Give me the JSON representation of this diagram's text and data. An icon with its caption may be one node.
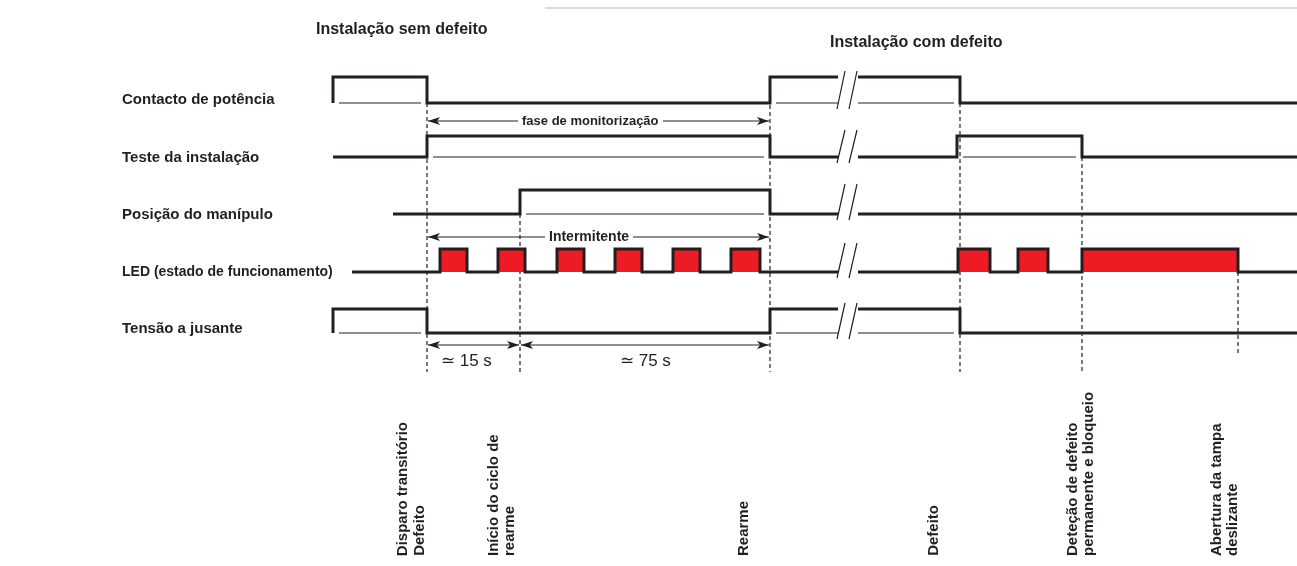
{
  "diagram": {
    "labels": [
      "Instalação sem defeito",
      "Instalação com defeito",
      "Contacto de potência",
      "fase de monitorização",
      "Teste da instalação",
      "Posição do manípulo",
      "Intermitente",
      "LED (estado de funcionamento)",
      "Tensão a jusante",
      "≃ 15 s",
      "≃ 75 s",
      "Disparo transitório",
      "Defeito",
      "Início do ciclo de rearme",
      "Rearme",
      "Defeito",
      "Deteção de defeito permanente e bloqueio",
      "Abertura da tampa deslizante"
    ]
  }
}
